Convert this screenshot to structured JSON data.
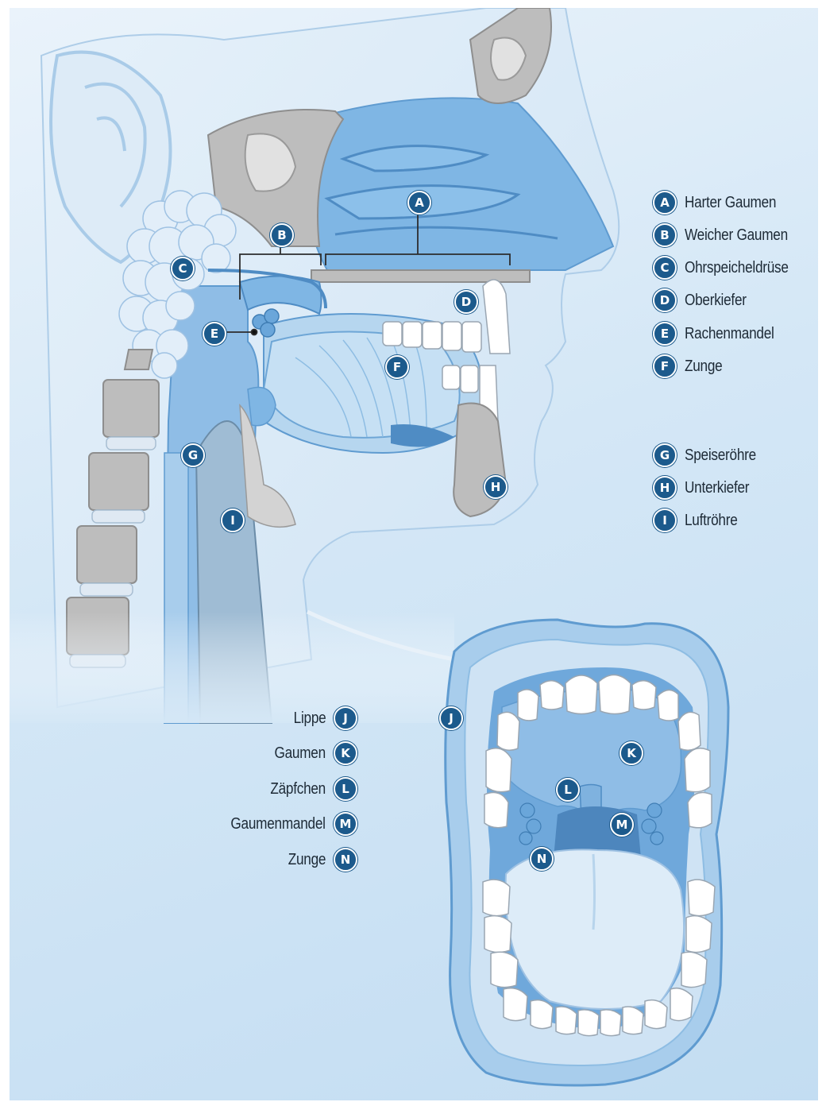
{
  "colors": {
    "badge": "#1c5a8c",
    "tissue": "#8fbde6",
    "bone": "#bdbdbd",
    "background": "#d4e7f6"
  },
  "diagram": {
    "markers": {
      "A": "A",
      "B": "B",
      "C": "C",
      "D": "D",
      "E": "E",
      "F": "F",
      "G": "G",
      "H": "H",
      "I": "I",
      "J": "J",
      "K": "K",
      "L": "L",
      "M": "M",
      "N": "N"
    }
  },
  "legend_top": [
    {
      "letter": "A",
      "label": "Harter Gaumen"
    },
    {
      "letter": "B",
      "label": "Weicher Gaumen"
    },
    {
      "letter": "C",
      "label": "Ohrspeicheldrüse"
    },
    {
      "letter": "D",
      "label": "Oberkiefer"
    },
    {
      "letter": "E",
      "label": "Rachenmandel"
    },
    {
      "letter": "F",
      "label": "Zunge"
    }
  ],
  "legend_middle": [
    {
      "letter": "G",
      "label": "Speiseröhre"
    },
    {
      "letter": "H",
      "label": "Unterkiefer"
    },
    {
      "letter": "I",
      "label": "Luftröhre"
    }
  ],
  "legend_bottom": [
    {
      "letter": "J",
      "label": "Lippe"
    },
    {
      "letter": "K",
      "label": "Gaumen"
    },
    {
      "letter": "L",
      "label": "Zäpfchen"
    },
    {
      "letter": "M",
      "label": "Gaumenmandel"
    },
    {
      "letter": "N",
      "label": "Zunge"
    }
  ]
}
